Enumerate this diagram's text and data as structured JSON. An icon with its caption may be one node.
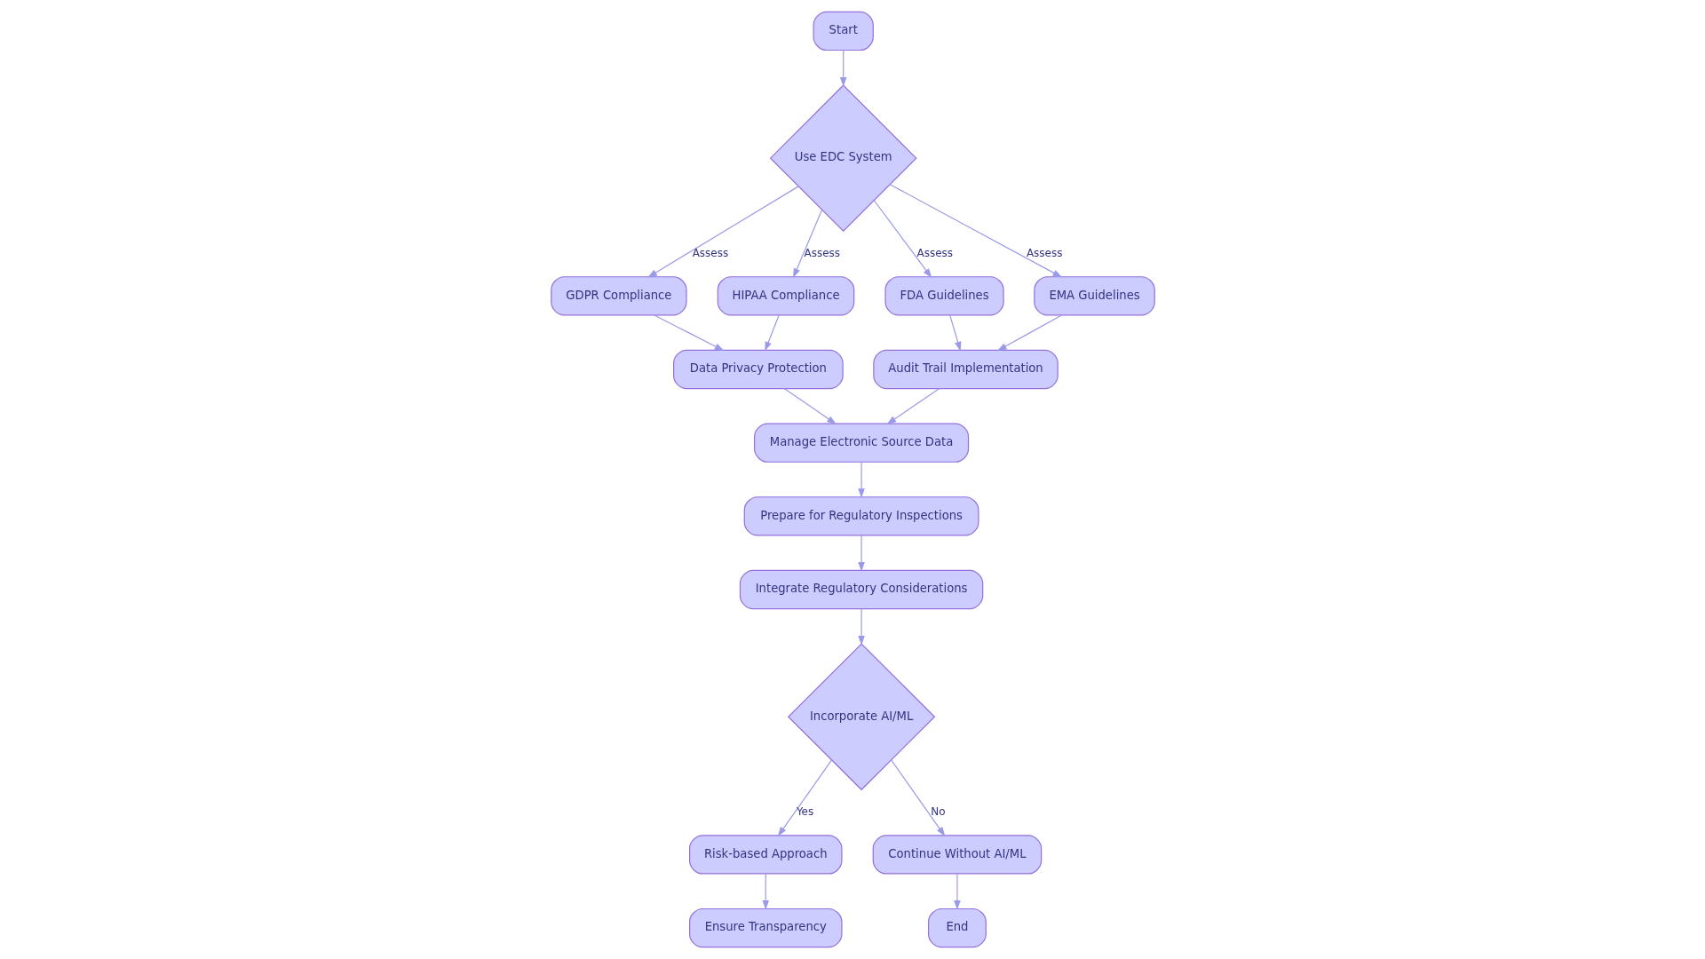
{
  "diagram": {
    "nodes": [
      {
        "text": [
          "Start"
        ]
      },
      {
        "text": [
          "Use EDC System"
        ]
      },
      {
        "text": [
          "GDPR Compliance"
        ]
      },
      {
        "text": [
          "HIPAA Compliance"
        ]
      },
      {
        "text": [
          "FDA Guidelines"
        ]
      },
      {
        "text": [
          "EMA Guidelines"
        ]
      },
      {
        "text": [
          "Data Privacy Protection"
        ]
      },
      {
        "text": [
          "Audit Trail Implementation"
        ]
      },
      {
        "text": [
          "Manage Electronic Source Data"
        ]
      },
      {
        "text": [
          "Prepare for Regulatory Inspections"
        ]
      },
      {
        "text": [
          "Integrate Regulatory Considerations"
        ]
      },
      {
        "text": [
          "Incorporate AI/ML"
        ]
      },
      {
        "text": [
          "Risk-based Approach"
        ]
      },
      {
        "text": [
          "Continue Without AI/ML"
        ]
      },
      {
        "text": [
          "Ensure Transparency"
        ]
      },
      {
        "text": [
          "End"
        ]
      }
    ],
    "edges": [
      {
        "from": 0,
        "to": 1,
        "arrow": "to"
      },
      {
        "from": 1,
        "to": 2,
        "arrow": "to",
        "label": "Assess"
      },
      {
        "from": 1,
        "to": 3,
        "arrow": "to",
        "label": "Assess"
      },
      {
        "from": 1,
        "to": 4,
        "arrow": "to",
        "label": "Assess"
      },
      {
        "from": 1,
        "to": 5,
        "arrow": "to",
        "label": "Assess"
      },
      {
        "from": 2,
        "to": 6,
        "arrow": "to"
      },
      {
        "from": 3,
        "to": 6,
        "arrow": "to"
      },
      {
        "from": 4,
        "to": 7,
        "arrow": "to"
      },
      {
        "from": 5,
        "to": 7,
        "arrow": "to"
      },
      {
        "from": 6,
        "to": 8,
        "arrow": "to"
      },
      {
        "from": 7,
        "to": 8,
        "arrow": "to"
      },
      {
        "from": 8,
        "to": 9,
        "arrow": "to"
      },
      {
        "from": 9,
        "to": 10,
        "arrow": "to"
      },
      {
        "from": 10,
        "to": 11,
        "arrow": "to"
      },
      {
        "from": 11,
        "to": 12,
        "arrow": "to",
        "label": "Yes"
      },
      {
        "from": 11,
        "to": 13,
        "arrow": "to",
        "label": "No"
      },
      {
        "from": 12,
        "to": 14,
        "arrow": "to"
      },
      {
        "from": 13,
        "to": 15,
        "arrow": "to"
      }
    ]
  }
}
